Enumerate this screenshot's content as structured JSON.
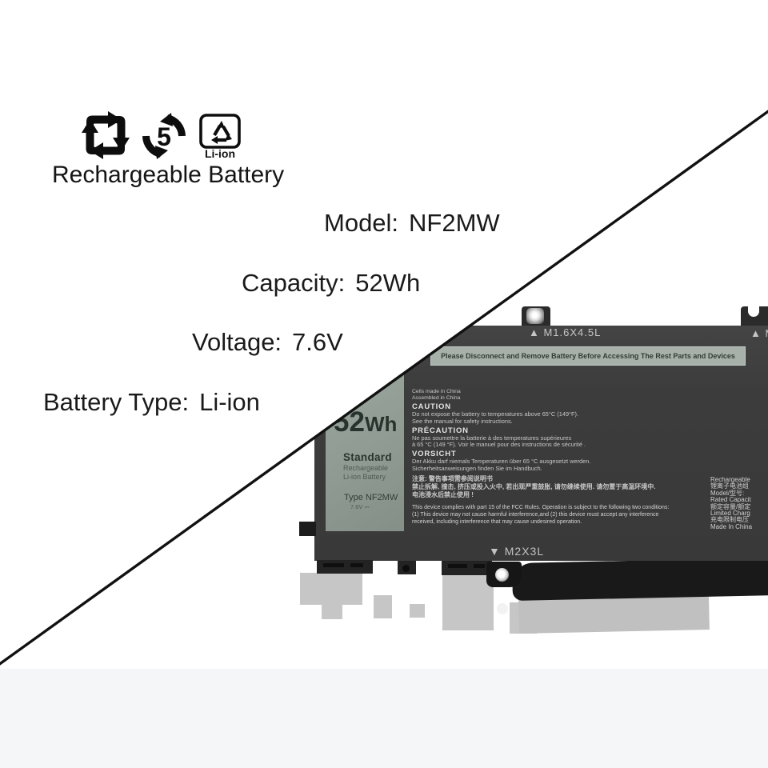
{
  "colors": {
    "background": "#ffffff",
    "bottom_strip": "#f5f6f8",
    "diagonal_line": "#111111",
    "battery_body": "#3c3c3c",
    "cell_pack": "#191919",
    "label_panel": "#8f9a92",
    "warning_strip_bg": "#a7b1a9",
    "warning_strip_text": "#323c37",
    "panel_text_dark": "#2b362f",
    "photo_text_light": "#c9c9c9",
    "shadow": "#c6c6c6",
    "spec_text": "#1a1a1a"
  },
  "certifications": {
    "caption": "Rechargeable Battery",
    "recycle_loop_number": "5",
    "li_ion_mark_label": "Li-ion"
  },
  "specs": [
    {
      "label": "Model:",
      "value": "NF2MW"
    },
    {
      "label": "Capacity:",
      "value": "52Wh"
    },
    {
      "label": "Voltage:",
      "value": "7.6V"
    },
    {
      "label": "Battery Type:",
      "value": "Li-ion"
    }
  ],
  "battery_photo": {
    "top_screw_label": "▲ M1.6X4.5L",
    "top_screw_label_partial": "▲ M",
    "bottom_screw_label": "▼ M2X3L",
    "warning_strip": "Please Disconnect and Remove Battery Before Accessing The Rest Parts and Devices",
    "label_panel": {
      "capacity_value": "52",
      "capacity_unit": "Wh",
      "grade": "Standard",
      "subline1": "Rechargeable",
      "subline2": "Li-ion Battery",
      "type": "Type NF2MW",
      "voltage": "7.6V ⎓"
    },
    "info_panel": {
      "origin_line1": "Cells made in China",
      "origin_line2": "Assembled in China",
      "caution_title": "CAUTION",
      "caution_line1": "Do not expose the battery to temperatures above 65°C (149°F).",
      "caution_line2": "See the manual for safety instructions.",
      "precaution_title": "PRÉCAUTION",
      "precaution_line1": "Ne pas soumettre la batterie à des temperatures supérieures",
      "precaution_line2": "à 65 °C (149 °F). Voir le manuel pour des instructions de sécurité .",
      "vorsicht_title": "VORSICHT",
      "vorsicht_line1": "Der Akku darf niemals Temperaturen über 65 °C ausgesetzt werden.",
      "vorsicht_line2": "Sicherheitsanweisungen finden Sie im Handbuch.",
      "cn_line1": "注意: 警告事项需参阅说明书",
      "cn_line2": "禁止拆解, 撞击, 挤压或投入火中, 若出现严重鼓胀, 请勿继续使用. 请勿置于高温环境中.",
      "cn_line3": "电池浸水后禁止使用 !",
      "fcc_line1": "This device complies with part 15 of the FCC Rules. Operation is subject to the following two conditions:",
      "fcc_line2": "(1) This device may not cause harmful interference,and (2) this device must accept any interference",
      "fcc_line3": "received, including interference that may cause undesired operation."
    },
    "side_label_lines": [
      "Rechargeable",
      "锂离子电池组",
      "Model/型号:",
      "Rated Capacit",
      "额定容量/额定",
      "Limited Charg",
      "充电限制电压",
      "Made In China"
    ]
  }
}
